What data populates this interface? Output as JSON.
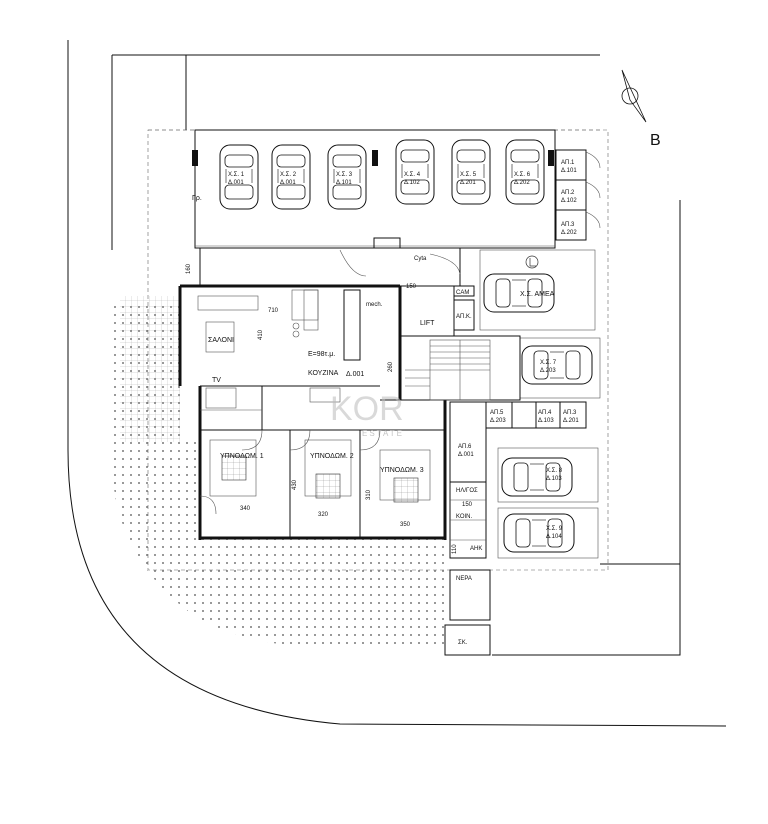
{
  "north": {
    "label": "B"
  },
  "parking": {
    "spaces": [
      {
        "name": "Χ.Σ. 1",
        "ref": "Δ.001"
      },
      {
        "name": "Χ.Σ. 2",
        "ref": "Δ.001"
      },
      {
        "name": "Χ.Σ. 3",
        "ref": "Δ.101"
      },
      {
        "name": "Χ.Σ. 4",
        "ref": "Δ.102"
      },
      {
        "name": "Χ.Σ. 5",
        "ref": "Δ.201"
      },
      {
        "name": "Χ.Σ. 6",
        "ref": "Δ.202"
      },
      {
        "name": "Χ.Σ. 7",
        "ref": "Δ.203"
      },
      {
        "name": "Χ.Σ. 8",
        "ref": "Δ.103"
      },
      {
        "name": "Χ.Σ. 9",
        "ref": "Δ.104"
      }
    ],
    "accessible": "Χ.Σ. ΑΜΕΑ"
  },
  "storage": {
    "top": [
      {
        "name": "ΑΠ.1",
        "ref": "Δ.101"
      },
      {
        "name": "ΑΠ.2",
        "ref": "Δ.102"
      },
      {
        "name": "ΑΠ.3",
        "ref": "Δ.202"
      }
    ],
    "mid": [
      {
        "name": "ΑΠ.5",
        "ref": "Δ.203"
      },
      {
        "name": "ΑΠ.4",
        "ref": "Δ.103"
      },
      {
        "name": "ΑΠ.3",
        "ref": "Δ.201"
      }
    ],
    "ap6": {
      "name": "ΑΠ.6",
      "ref": "Δ.001"
    },
    "apk": "ΑΠ.Κ."
  },
  "rooms": {
    "saloni": "ΣΑΛΟΝΙ",
    "kouzina": "ΚΟΥΖΙΝΑ",
    "area": "Ε=98τ.μ.",
    "unit": "Δ.001",
    "bed1": "ΥΠΝΟΔΩΜ. 1",
    "bed2": "ΥΠΝΟΔΩΜ. 2",
    "bed3": "ΥΠΝΟΔΩΜ. 3",
    "tv": "TV",
    "lift": "LIFT",
    "mech": "mech.",
    "cam": "CAM",
    "cyta": "Cyta",
    "gr": "Γρ.",
    "hlygos": "ΗΛ/ΓΟΣ",
    "koin": "ΚΟΙΝ.",
    "ahk": "ΑΗΚ",
    "nera": "ΝΕΡΑ",
    "sk": "ΣΚ."
  },
  "dims": {
    "d710": "710",
    "d410": "410",
    "d150a": "150",
    "d160": "160",
    "d260": "260",
    "d430": "430",
    "d340": "340",
    "d320": "320",
    "d350": "350",
    "d310": "310",
    "d150b": "150",
    "d110": "110"
  },
  "watermark": {
    "main": "KOR",
    "sub": "ESTATE"
  }
}
